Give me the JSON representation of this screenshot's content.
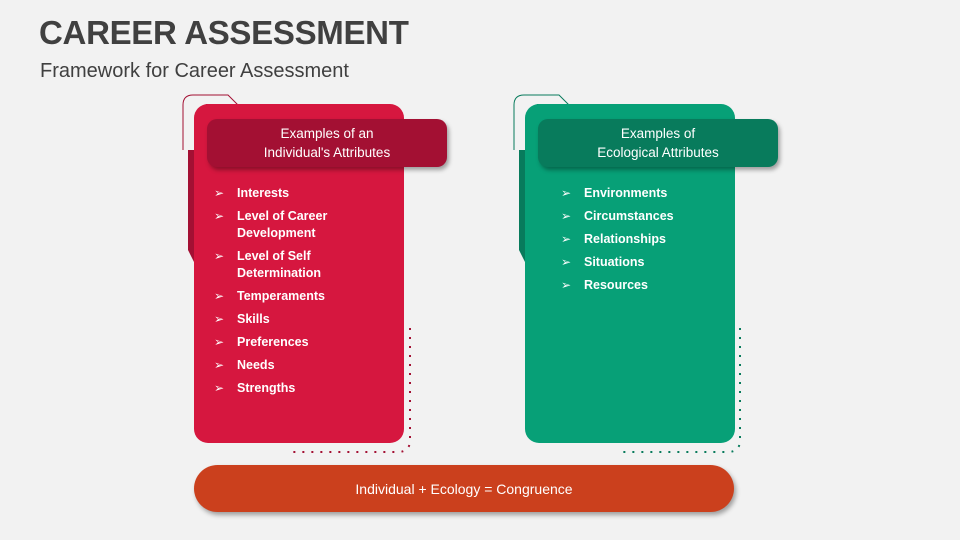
{
  "slide": {
    "title": "CAREER ASSESSMENT",
    "subtitle": "Framework for Career Assessment"
  },
  "colors": {
    "background": "#F2F2F2",
    "title_text": "#404040",
    "red_card": "#D6173F",
    "red_header": "#A31033",
    "green_card": "#07A077",
    "green_header": "#087B5C",
    "bottom_pill": "#CB401D"
  },
  "individual": {
    "header_line1": "Examples of an",
    "header_line2": "Individual's Attributes",
    "bullet_icon": "arrowhead-bullet-icon",
    "items": [
      "Interests",
      "Level of Career Development",
      "Level of Self Determination",
      "Temperaments",
      "Skills",
      "Preferences",
      "Needs",
      "Strengths"
    ]
  },
  "ecological": {
    "header_line1": "Examples of",
    "header_line2": "Ecological Attributes",
    "bullet_icon": "arrowhead-bullet-icon",
    "items": [
      "Environments",
      "Circumstances",
      "Relationships",
      "Situations",
      "Resources"
    ]
  },
  "equation": {
    "label": "Individual + Ecology = Congruence"
  },
  "bullet_glyph": "➢"
}
